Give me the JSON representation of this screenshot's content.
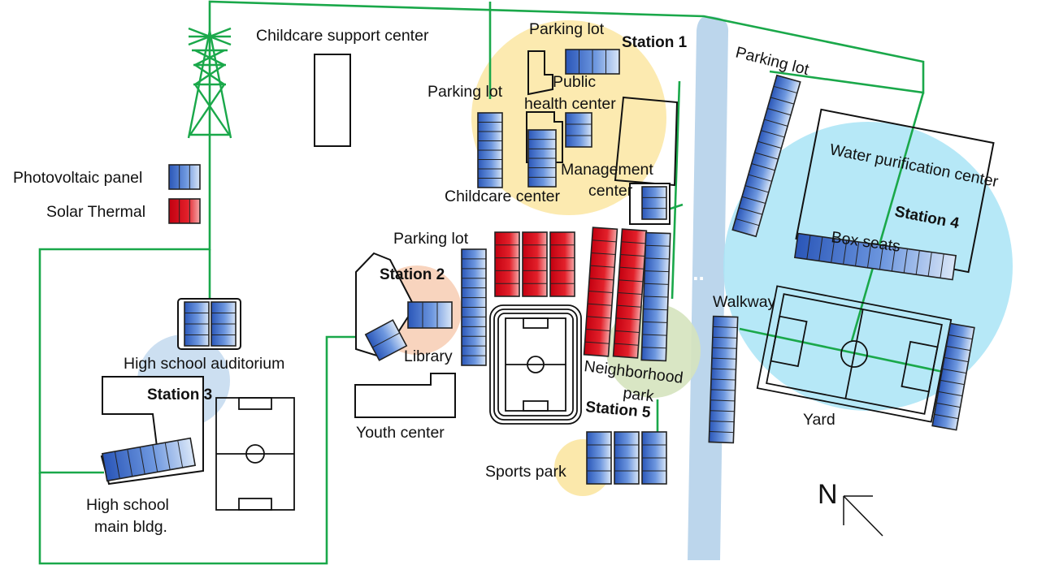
{
  "colors": {
    "green_network": "#1aa84a",
    "river": "#bcd6ec",
    "zone_station1": "#fbe6a2",
    "zone_station2": "#f7cfb7",
    "zone_station3": "#c7dcef",
    "zone_station4": "#a9e4f6",
    "zone_station5": "#d5e3be",
    "zone_sports_park": "#fbe6a2",
    "pv_panel": "#3f6fc7",
    "solar_thermal": "#d4101b"
  },
  "legend": {
    "pv_label": "Photovoltaic panel",
    "thermal_label": "Solar Thermal"
  },
  "stations": {
    "s1": "Station 1",
    "s2": "Station 2",
    "s3": "Station 3",
    "s4": "Station 4",
    "s5": "Station 5"
  },
  "labels": {
    "childcare_support": "Childcare support center",
    "parking_top": "Parking lot",
    "parking_left": "Parking lot",
    "parking_right": "Parking lot",
    "parking_mid": "Parking lot",
    "public_health_1": "Public",
    "public_health_2": "health center",
    "management_1": "Management",
    "management_2": "center",
    "childcare_center": "Childcare center",
    "water_purification": "Water purification center",
    "box_seats": "Box seats",
    "walkway": "Walkway",
    "library": "Library",
    "hs_auditorium": "High school auditorium",
    "youth_center": "Youth center",
    "neighborhood_1": "Neighborhood",
    "neighborhood_2": "park",
    "yard": "Yard",
    "sports_park": "Sports park",
    "hs_main_1": "High school",
    "hs_main_2": "main bldg.",
    "north": "N",
    "river_gap": "..."
  }
}
